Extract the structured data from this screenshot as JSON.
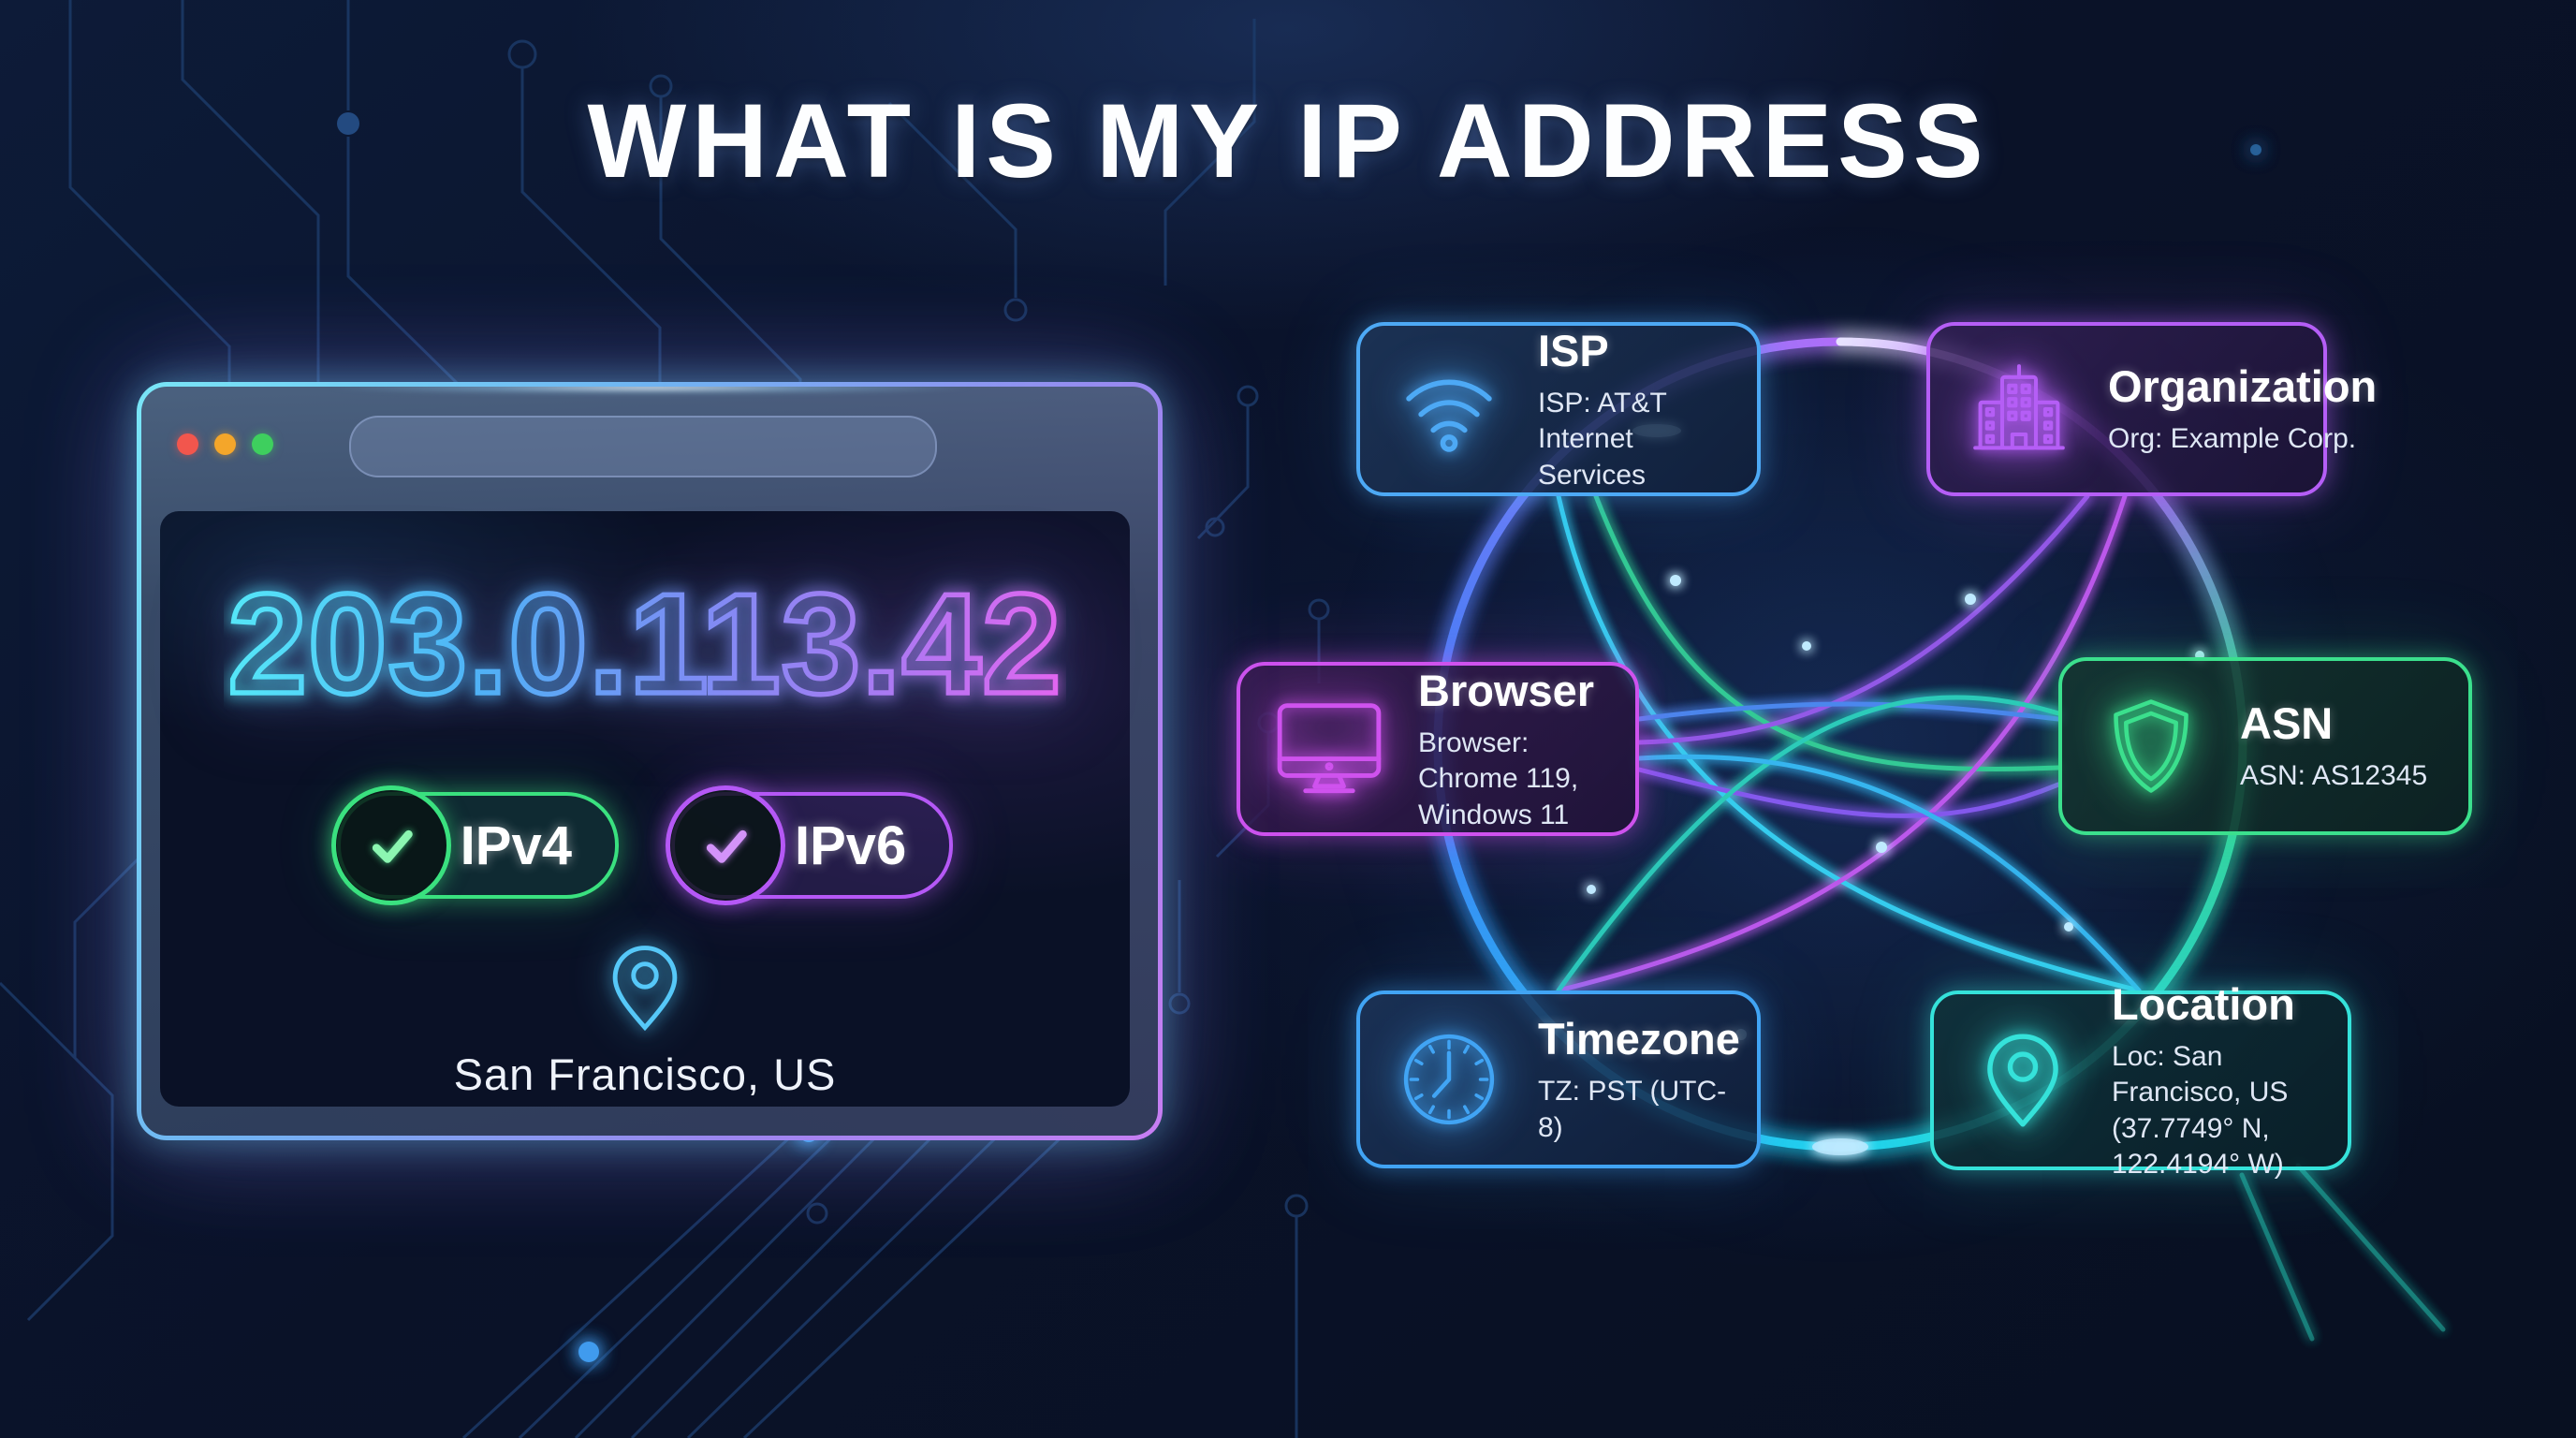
{
  "title": "WHAT IS MY IP ADDRESS",
  "browser_window": {
    "ip": "203.0.113.42",
    "badges": [
      {
        "label": "IPv4",
        "accent": "#3ae17f",
        "check_icon": "check-icon"
      },
      {
        "label": "IPv6",
        "accent": "#b558f6",
        "check_icon": "check-icon"
      }
    ],
    "location": "San Francisco, US",
    "traffic_lights": [
      {
        "name": "close",
        "color": "#f2564d"
      },
      {
        "name": "minimize",
        "color": "#f4a62a"
      },
      {
        "name": "zoom",
        "color": "#3ecf5e"
      }
    ]
  },
  "diagram": {
    "cards": [
      {
        "id": "isp",
        "title": "ISP",
        "detail": "ISP: AT&T Internet Services",
        "icon": "wifi-icon",
        "accent": "#4da9f5"
      },
      {
        "id": "organization",
        "title": "Organization",
        "detail": "Org: Example Corp.",
        "icon": "building-icon",
        "accent": "#b55ef6"
      },
      {
        "id": "browser",
        "title": "Browser",
        "detail": "Browser: Chrome 119, Windows 11",
        "icon": "monitor-icon",
        "accent": "#cf52ee"
      },
      {
        "id": "asn",
        "title": "ASN",
        "detail": "ASN: AS12345",
        "icon": "shield-icon",
        "accent": "#3be08d"
      },
      {
        "id": "timezone",
        "title": "Timezone",
        "detail": "TZ: PST (UTC-8)",
        "icon": "clock-icon",
        "accent": "#41a4f4"
      },
      {
        "id": "location",
        "title": "Location",
        "detail": "Loc: San Francisco, US (37.7749° N, 122.4194° W)",
        "icon": "pin-icon",
        "accent": "#35e2da"
      }
    ]
  },
  "palette": {
    "background": "#0a1229",
    "circuit_trace": "#1d3c6b",
    "ip_gradient": [
      "#55e8f8",
      "#4fb2f6",
      "#7b8ef4",
      "#a87af2",
      "#e365f0"
    ],
    "ring_colors": [
      "#3b82f6",
      "#a855f7",
      "#34d399",
      "#22d3ee"
    ]
  }
}
